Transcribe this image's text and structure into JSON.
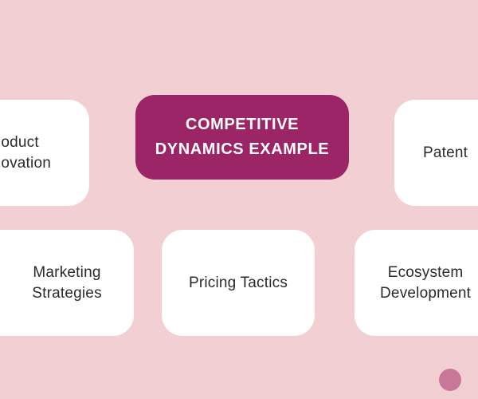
{
  "center": {
    "label": "COMPETITIVE\nDYNAMICS EXAMPLE"
  },
  "nodes": {
    "product_innovation": "oduct\novation",
    "patent": "Patent",
    "marketing_strategies": "Marketing\nStrategies",
    "pricing_tactics": "Pricing Tactics",
    "ecosystem_development": "Ecosystem\nDevelopment"
  },
  "colors": {
    "background": "#f2cfd3",
    "center_fill": "#9b2567",
    "node_fill": "#ffffff",
    "dot": "#c97797"
  }
}
